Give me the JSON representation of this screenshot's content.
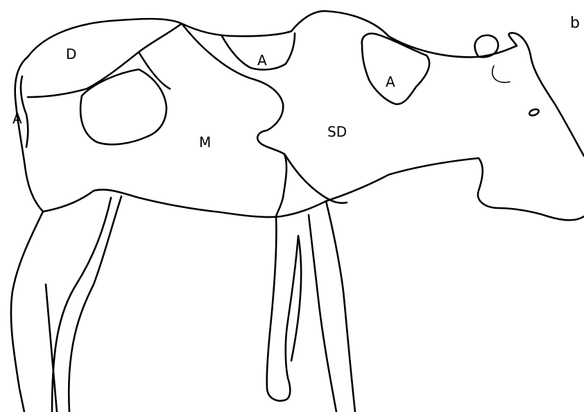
{
  "figure": {
    "panel_letter": "b",
    "regions": [
      {
        "id": "d",
        "label": "D"
      },
      {
        "id": "a-rump",
        "label": "A"
      },
      {
        "id": "m",
        "label": "M"
      },
      {
        "id": "a-back",
        "label": "A"
      },
      {
        "id": "sd",
        "label": "SD"
      },
      {
        "id": "a-shoulder",
        "label": "A"
      }
    ]
  }
}
